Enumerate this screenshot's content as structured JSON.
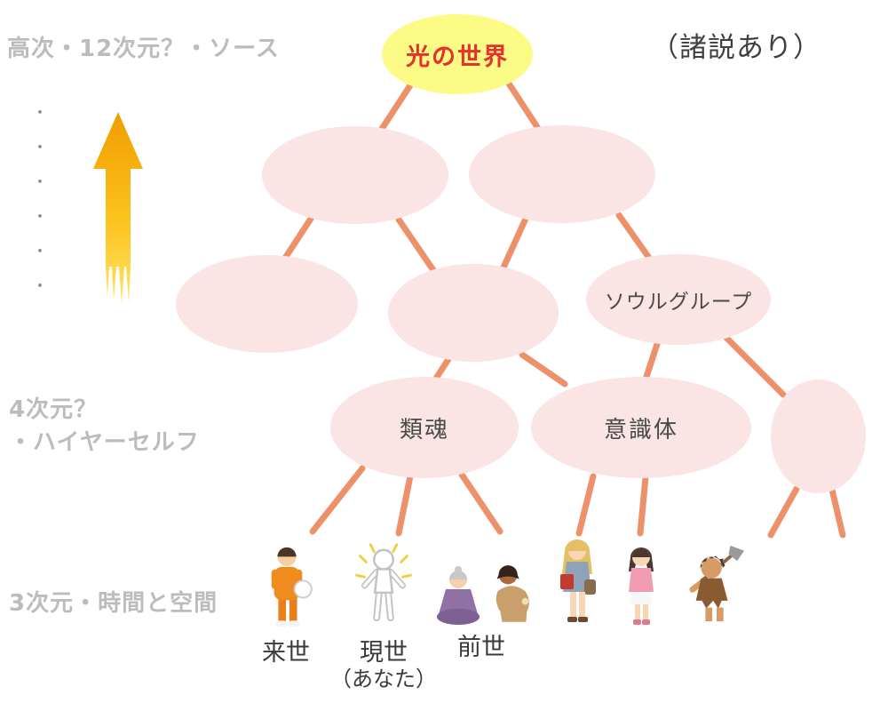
{
  "note": "（諸説あり）",
  "axis": {
    "high_label": "高次・12次元？・ソース",
    "dots": "・\n・\n・\n・\n・\n・",
    "mid_label_line1": "4次元？",
    "mid_label_line2": "・ハイヤーセルフ",
    "low_label": "3次元・時間と空間"
  },
  "nodes": {
    "root": "光の世界",
    "soul_group": "ソウルグループ",
    "group_soul": "類魂",
    "consciousness": "意識体"
  },
  "lives": {
    "next": "来世",
    "present": "現世",
    "present_note": "（あなた）",
    "past": "前世"
  },
  "colors": {
    "node_pink": "#fbe4e4",
    "root_yellow": "#fbfb86",
    "root_text": "#e6312e",
    "line": "#ec9169",
    "gray_label": "#bcbcbc",
    "dark_text": "#3a3a3a",
    "arrow_top": "#f09d00",
    "arrow_bottom": "#ffe566"
  }
}
